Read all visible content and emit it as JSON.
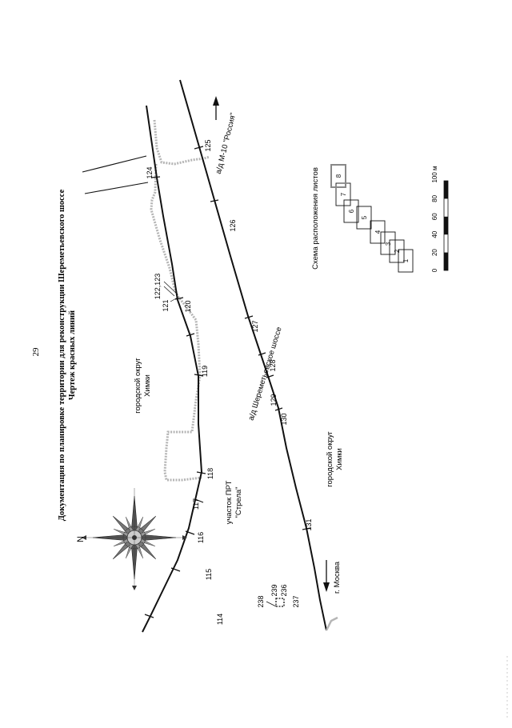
{
  "page_number": "29",
  "title_line1": "Документация по планировке территории для реконструкции Шереметьевского шоссе",
  "title_line2": "Чертеж красных линий",
  "north_label": "N",
  "regions": {
    "khimki_top_line1": "городской округ",
    "khimki_top_line2": "Химки",
    "khimki_bottom_line1": "городской округ",
    "khimki_bottom_line2": "Химки",
    "prt_line1": "участок ПРТ",
    "prt_line2": "\"Стрела\""
  },
  "roads": {
    "sheremetyevo": "а/д Шереметьевское шоссе",
    "m10": "а/д М-10 \"Россия\"",
    "moscow": "г. Москва"
  },
  "points": {
    "upper": [
      "114",
      "115",
      "116",
      "117",
      "118",
      "119",
      "120",
      "121",
      "122,123",
      "124"
    ],
    "lower": [
      "125",
      "126",
      "127",
      "128",
      "129",
      "130",
      "131"
    ],
    "small": [
      "238",
      "239",
      "236",
      "237"
    ]
  },
  "sheet_scheme": {
    "title": "Схема расположения листов",
    "sheets": [
      "1",
      "2",
      "3",
      "4",
      "5",
      "6",
      "7",
      "8"
    ]
  },
  "scale_bar": {
    "ticks": [
      "0",
      "20",
      "40",
      "60",
      "80",
      "100 м"
    ]
  },
  "colors": {
    "line": "#111111",
    "boundary_gray": "#b5b5b5",
    "sheet_highlight": "#999999"
  }
}
